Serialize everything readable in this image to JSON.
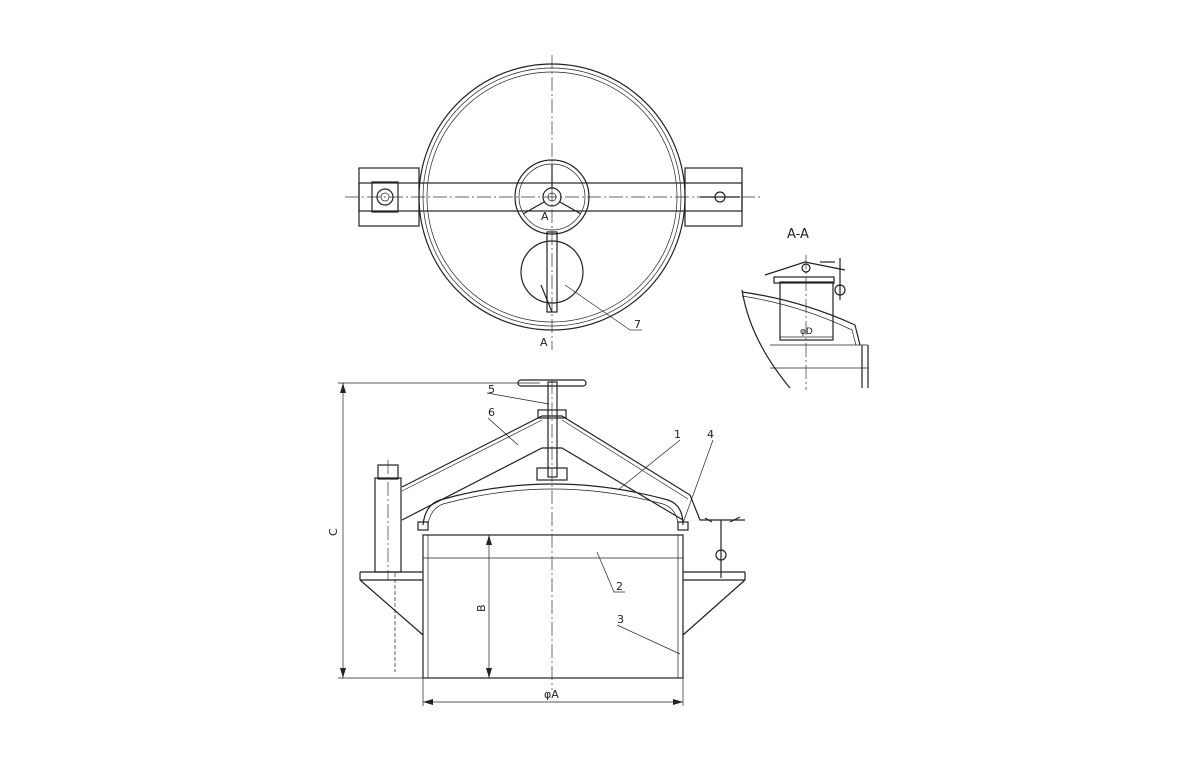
{
  "drawing": {
    "section_marks": {
      "top": "A",
      "bottom": "A"
    },
    "section_view_title": "A-A",
    "parts": [
      "1",
      "2",
      "3",
      "4",
      "5",
      "6",
      "7"
    ],
    "dimensions": {
      "height": "C",
      "body_height": "B",
      "diameter": "φA",
      "opening_diameter": "φD"
    }
  }
}
